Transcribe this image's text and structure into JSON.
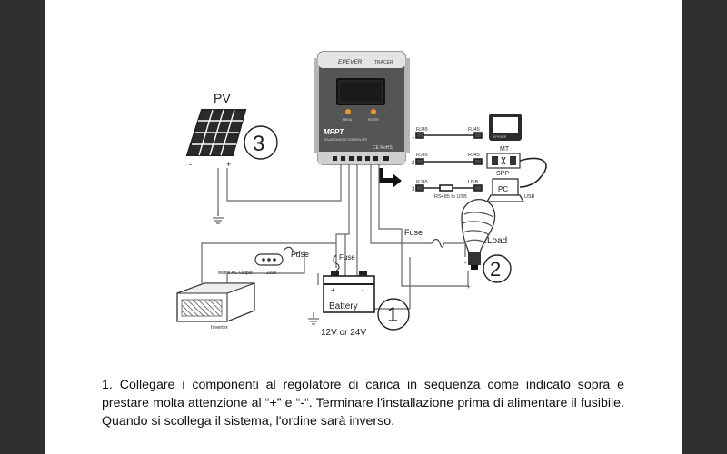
{
  "diagram": {
    "pv_label": "PV",
    "pv_number": "3",
    "pv_minus": "-",
    "pv_plus": "+",
    "controller": {
      "brand": "EPEVER",
      "model": "TRACER",
      "mppt": "MPPT",
      "subtitle": "SOLAR CHARGE CONTROLLER",
      "ce_mark": "CE RoHS",
      "btn_left": "MENU",
      "btn_right": "ENTER"
    },
    "ports": [
      {
        "num": "1",
        "left": "RJ45",
        "right": "RJ45",
        "device": "MT",
        "extra": ""
      },
      {
        "num": "2",
        "left": "RJ45",
        "right": "RJ45",
        "device": "SPP",
        "extra": ""
      },
      {
        "num": "3",
        "left": "RJ45",
        "right": "USB",
        "device": "PC",
        "extra": "RS485 to USB",
        "usb": "USB"
      }
    ],
    "mt_screen_text": "EPEVER",
    "load_label": "Load",
    "load_number": "2",
    "load_minus": "-",
    "load_plus": "+",
    "fuse_load": "Fuse",
    "fuse_inverter": "Fuse",
    "fuse_battery": "Fuse",
    "mains_label": "Mains AC Output",
    "voltage_220": "220V",
    "inverter_label": "Inverter",
    "battery_label": "Battery",
    "battery_plus": "+",
    "battery_minus": "-",
    "battery_number": "1",
    "battery_voltage": "12V or 24V"
  },
  "caption": {
    "line1": "1. Collegare i componenti al regolatore di carica in sequenza come indicato sopra e prestare molta attenzione al “+” e “-“. Terminare l’installazione prima di alimentare il fusibile. Quando si scollega il sistema, l'ordine sarà inverso."
  }
}
